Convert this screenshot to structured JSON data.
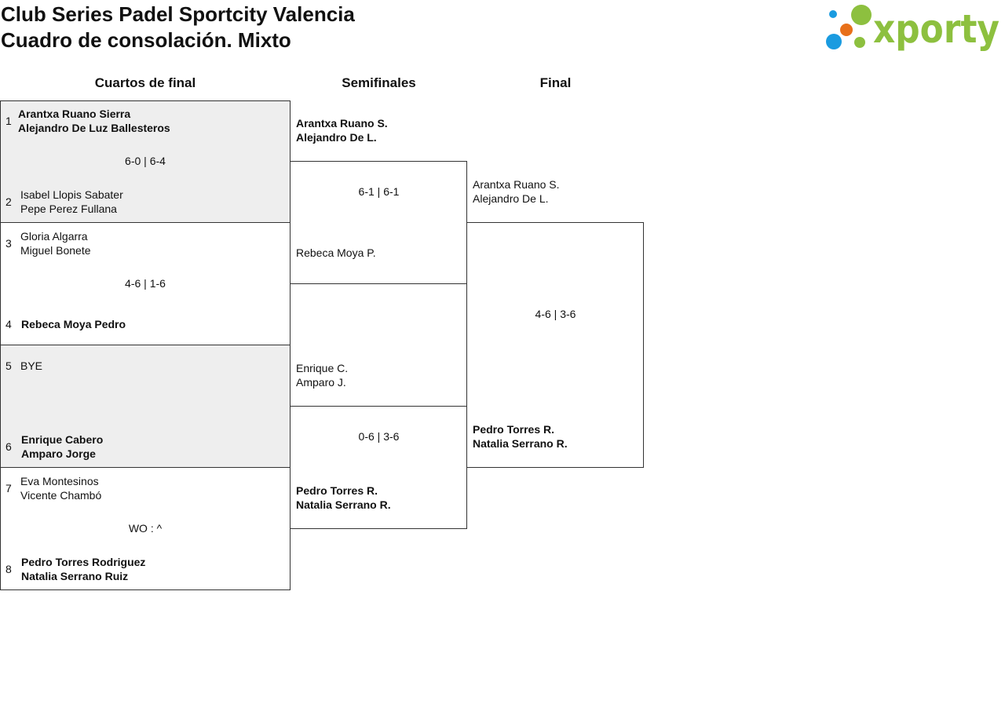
{
  "header": {
    "title_line1": "Club Series Padel Sportcity Valencia",
    "title_line2": "Cuadro de consolación. Mixto",
    "logo_text": "xporty",
    "colors": {
      "logo_green": "#8dc03f",
      "logo_blue": "#1a9be0",
      "logo_orange": "#e8701a",
      "shaded_match": "#eeeeee"
    }
  },
  "rounds": {
    "quarterfinals": "Cuartos de final",
    "semifinals": "Semifinales",
    "final": "Final"
  },
  "quarterfinals": [
    {
      "score": "6-0 | 6-4",
      "top": {
        "seed": "1",
        "players": [
          "Arantxa Ruano Sierra",
          "Alejandro De Luz Ballesteros"
        ],
        "winner": true
      },
      "bottom": {
        "seed": "2",
        "players": [
          "Isabel Llopis Sabater",
          "Pepe Perez Fullana"
        ],
        "winner": false
      }
    },
    {
      "score": "4-6 | 1-6",
      "top": {
        "seed": "3",
        "players": [
          "Gloria Algarra",
          "Miguel Bonete"
        ],
        "winner": false
      },
      "bottom": {
        "seed": "4",
        "players": [
          "Rebeca Moya Pedro"
        ],
        "winner": true
      }
    },
    {
      "score": "",
      "top": {
        "seed": "5",
        "players": [
          "BYE"
        ],
        "winner": false
      },
      "bottom": {
        "seed": "6",
        "players": [
          "Enrique Cabero",
          "Amparo Jorge"
        ],
        "winner": true
      }
    },
    {
      "score": "WO : ^",
      "top": {
        "seed": "7",
        "players": [
          "Eva Montesinos",
          "Vicente Chambó"
        ],
        "winner": false
      },
      "bottom": {
        "seed": "8",
        "players": [
          "Pedro Torres Rodriguez",
          "Natalia Serrano Ruiz"
        ],
        "winner": true
      }
    }
  ],
  "semifinals": [
    {
      "score": "6-1 | 6-1",
      "top": {
        "players": [
          "Arantxa Ruano S.",
          "Alejandro De L."
        ],
        "winner": true
      },
      "bottom": {
        "players": [
          "Rebeca Moya P."
        ],
        "winner": false
      }
    },
    {
      "score": "0-6 | 3-6",
      "top": {
        "players": [
          "Enrique C.",
          "Amparo J."
        ],
        "winner": false
      },
      "bottom": {
        "players": [
          "Pedro Torres R.",
          "Natalia Serrano R."
        ],
        "winner": true
      }
    }
  ],
  "final": {
    "score": "4-6 | 3-6",
    "top": {
      "players": [
        "Arantxa Ruano S.",
        "Alejandro De L."
      ],
      "winner": false
    },
    "bottom": {
      "players": [
        "Pedro Torres R.",
        "Natalia Serrano R."
      ],
      "winner": true
    }
  }
}
